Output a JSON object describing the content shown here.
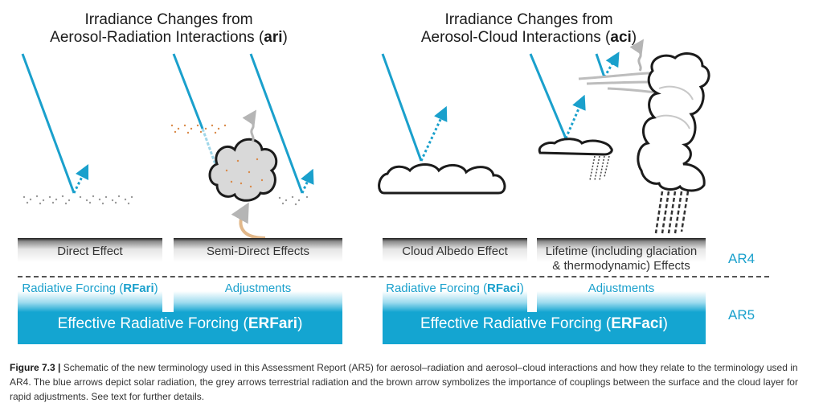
{
  "titles": {
    "ari_line1": "Irradiance Changes from",
    "ari_line2_pre": "Aerosol-Radiation Interactions (",
    "ari_abbrev": "ari",
    "ari_line2_post": ")",
    "aci_line1": "Irradiance Changes from",
    "aci_line2_pre": "Aerosol-Cloud Interactions (",
    "aci_abbrev": "aci",
    "aci_line2_post": ")"
  },
  "ar4_labels": {
    "direct": "Direct Effect",
    "semi_direct": "Semi-Direct Effects",
    "albedo": "Cloud Albedo Effect",
    "lifetime_line1": "Lifetime (including glaciation",
    "lifetime_line2": "& thermodynamic) Effects"
  },
  "ar5_labels": {
    "rfari_pre": "Radiative Forcing (",
    "rfari_abbrev": "RFari",
    "rfari_post": ")",
    "adjust_ari": "Adjustments",
    "rfaci_pre": "Radiative Forcing (",
    "rfaci_abbrev": "RFaci",
    "rfaci_post": ")",
    "adjust_aci": "Adjustments",
    "erfari_pre": "Effective Radiative Forcing (",
    "erfari_abbrev": "ERFari",
    "erfari_post": ")",
    "erfaci_pre": "Effective Radiative Forcing (",
    "erfaci_abbrev": "ERFaci",
    "erfaci_post": ")"
  },
  "report_tags": {
    "ar4": "AR4",
    "ar5": "AR5"
  },
  "caption": {
    "figure_label": "Figure 7.3 |",
    "text": "Schematic of the new terminology used in this Assessment Report (AR5) for aerosol–radiation and aerosol–cloud interactions and how they relate to the terminology used in AR4. The blue arrows depict solar radiation, the grey arrows terrestrial radiation and the brown arrow symbolizes the importance of couplings between the surface and the cloud layer for rapid adjustments. See text for further details."
  },
  "colors": {
    "solar_blue": "#1aa0cc",
    "erf_fill": "#14a5d1",
    "terrestrial_grey": "#b0b0b0",
    "coupling_brown": "#e2b88a",
    "aerosol_orange": "#d98a4a"
  },
  "icons": [
    "solar-ray-icon",
    "reflected-ray-icon",
    "aerosol-layer-icon",
    "cloud-icon",
    "terrestrial-arrow-icon",
    "coupling-arrow-icon",
    "precipitation-icon"
  ]
}
